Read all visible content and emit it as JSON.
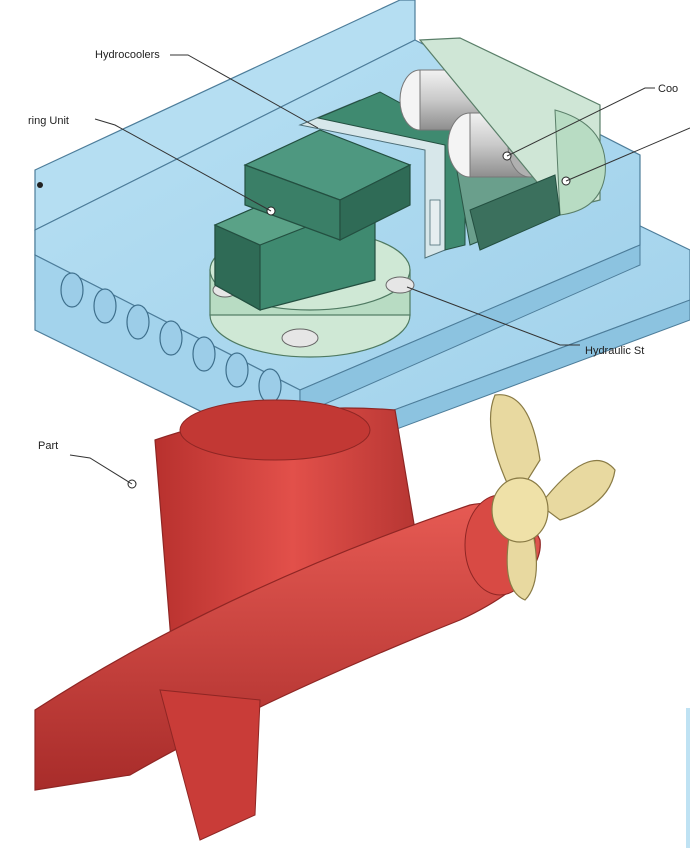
{
  "labels": {
    "hydrocoolers": "Hydrocoolers",
    "steering_unit": "ring Unit",
    "cooling": "Coo",
    "hydraulic": "Hydraulic St",
    "part": "Part"
  },
  "colors": {
    "deck_blue": "#a9d7ef",
    "deck_edge": "#4d7d9a",
    "machinery_green": "#3f8a70",
    "machinery_green_dark": "#2f6b56",
    "light_green": "#b8dcc3",
    "motor_gray": "#d8d8d8",
    "hull_red": "#d9443f",
    "hull_red_dark": "#a92d2b",
    "propeller": "#e8d9a0",
    "corner_panel": "#bfe2f3"
  }
}
